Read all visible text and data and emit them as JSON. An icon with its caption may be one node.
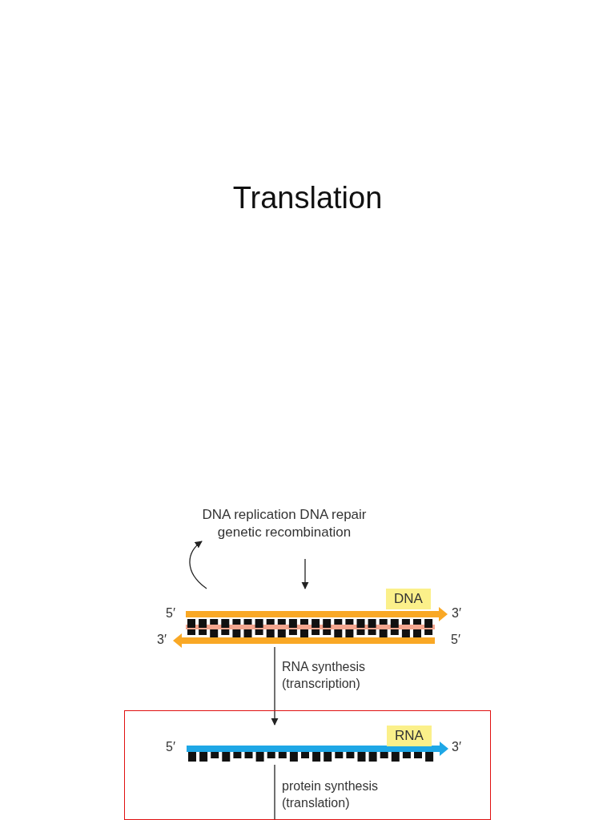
{
  "diagram": {
    "title": "Translation",
    "nodes": [
      {
        "text": [
          "DNA"
        ],
        "beside": [
          "5′",
          "3′",
          "3′",
          "5′"
        ]
      },
      {
        "text": [
          "DNA replication DNA repair genetic recombination"
        ]
      },
      {
        "text": [],
        "shape": "box"
      },
      {
        "text": [
          "RNA"
        ],
        "beside": [
          "5′",
          "3′"
        ],
        "in": 2
      }
    ],
    "edges": [
      {
        "from": 0,
        "to": 1,
        "arrow": "to"
      },
      {
        "from": 1,
        "to": 0,
        "arrow": "to"
      },
      {
        "from": 0,
        "to": 3,
        "arrow": "to",
        "label": "RNA synthesis (transcription)"
      },
      {
        "from": 3,
        "to": null,
        "arrow": "none",
        "label": "protein synthesis (translation)"
      }
    ]
  }
}
